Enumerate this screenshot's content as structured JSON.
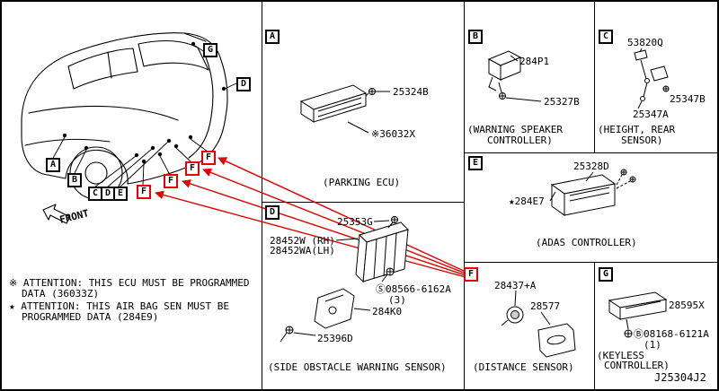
{
  "meta": {
    "diagram_code": "J25304J2"
  },
  "front": {
    "label": "FRONT"
  },
  "letters": {
    "A": "A",
    "B": "B",
    "C": "C",
    "D": "D",
    "E": "E",
    "F": "F",
    "G": "G"
  },
  "notes": {
    "n1a": "※ ATTENTION: THIS ECU MUST BE PROGRAMMED",
    "n1b": "DATA (36033Z)",
    "n2a": "★ ATTENTION: THIS AIR BAG SEN MUST BE",
    "n2b": "PROGRAMMED DATA (284E9)"
  },
  "sections": {
    "A": {
      "letter": "A",
      "title": "(PARKING ECU)",
      "parts": {
        "p1": "25324B",
        "p2": "※36032X"
      }
    },
    "B": {
      "letter": "B",
      "title1": "(WARNING SPEAKER",
      "title2": "CONTROLLER)",
      "parts": {
        "p1": "284P1",
        "p2": "25327B"
      }
    },
    "C": {
      "letter": "C",
      "title1": "(HEIGHT, REAR",
      "title2": "SENSOR)",
      "parts": {
        "p1": "53820Q",
        "p2": "25347B",
        "p3": "25347A"
      }
    },
    "D": {
      "letter": "D",
      "title": "(SIDE OBSTACLE WARNING SENSOR)",
      "parts": {
        "p1": "25353G",
        "p2": "28452W (RH)",
        "p3": "28452WA(LH)",
        "p4": "Ⓢ08566-6162A",
        "p4qty": "(3)",
        "p5": "284K0",
        "p6": "25396D"
      }
    },
    "E": {
      "letter": "E",
      "title": "(ADAS CONTROLLER)",
      "parts": {
        "p1": "25328D",
        "p2": "★284E7"
      }
    },
    "F": {
      "letter": "F",
      "title": "(DISTANCE SENSOR)",
      "parts": {
        "p1": "28437+A",
        "p2": "28577"
      }
    },
    "G": {
      "letter": "G",
      "title1": "(KEYLESS",
      "title2": "CONTROLLER)",
      "parts": {
        "p1": "28595X",
        "p2": "Ⓑ08168-6121A",
        "p2qty": "(1)"
      }
    }
  },
  "colors": {
    "line": "#000000",
    "highlight": "#e60000",
    "background": "#ffffff"
  }
}
